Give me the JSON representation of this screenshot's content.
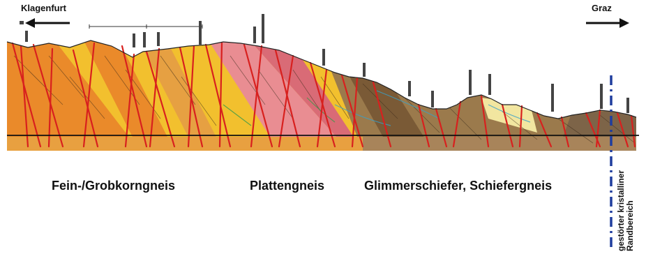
{
  "directions": {
    "west": "Klagenfurt",
    "east": "Graz"
  },
  "zones": [
    {
      "label": "Fein-/Grobkorngneis"
    },
    {
      "label": "Plattengneis"
    },
    {
      "label": "Glimmerschiefer, Schiefergneis"
    }
  ],
  "boundary": {
    "line1": "gestörter kristalliner",
    "line2": "Randbereich"
  },
  "colors": {
    "fein_grob_orange": "#ea8a2a",
    "fein_grob_yellow": "#f2c02e",
    "plattengneis_pink": "#e98d92",
    "glimmerschiefer_brown": "#9b7a4c",
    "fault_red": "#d8201e",
    "boundary_blue": "#1f3d9e"
  }
}
